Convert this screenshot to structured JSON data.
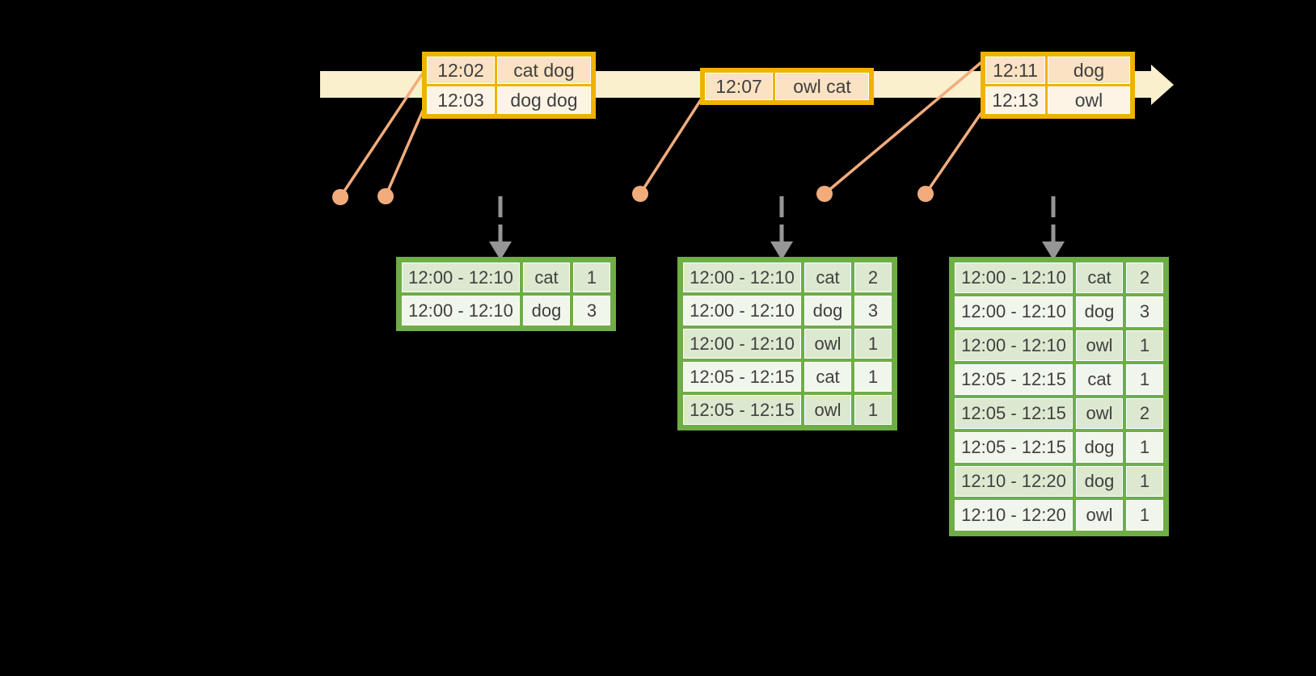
{
  "colors": {
    "background": "#000000",
    "timeline_fill": "#FAF0CE",
    "event_border": "#F0B200",
    "event_row_peach": "#FAE2C3",
    "event_row_cream": "#FDF4E6",
    "connector": "#F2AC7C",
    "trigger_arrow": "#969696",
    "result_border": "#6FAD47",
    "result_row_green": "#DCE9D0",
    "result_row_pale": "#F1F6EC",
    "cell_text": "#3F3F3F"
  },
  "event_tables": [
    {
      "id": "event-table-1",
      "rows": [
        {
          "time": "12:02",
          "words": "cat dog"
        },
        {
          "time": "12:03",
          "words": "dog dog"
        }
      ]
    },
    {
      "id": "event-table-2",
      "rows": [
        {
          "time": "12:07",
          "words": "owl cat"
        }
      ]
    },
    {
      "id": "event-table-3",
      "rows": [
        {
          "time": "12:11",
          "words": "dog"
        },
        {
          "time": "12:13",
          "words": "owl"
        }
      ]
    }
  ],
  "result_tables": [
    {
      "id": "result-table-1",
      "rows": [
        {
          "window": "12:00 - 12:10",
          "word": "cat",
          "count": "1"
        },
        {
          "window": "12:00 - 12:10",
          "word": "dog",
          "count": "3"
        }
      ]
    },
    {
      "id": "result-table-2",
      "rows": [
        {
          "window": "12:00 - 12:10",
          "word": "cat",
          "count": "2"
        },
        {
          "window": "12:00 - 12:10",
          "word": "dog",
          "count": "3"
        },
        {
          "window": "12:00 - 12:10",
          "word": "owl",
          "count": "1"
        },
        {
          "window": "12:05 - 12:15",
          "word": "cat",
          "count": "1"
        },
        {
          "window": "12:05 - 12:15",
          "word": "owl",
          "count": "1"
        }
      ]
    },
    {
      "id": "result-table-3",
      "rows": [
        {
          "window": "12:00 - 12:10",
          "word": "cat",
          "count": "2"
        },
        {
          "window": "12:00 - 12:10",
          "word": "dog",
          "count": "3"
        },
        {
          "window": "12:00 - 12:10",
          "word": "owl",
          "count": "1"
        },
        {
          "window": "12:05 - 12:15",
          "word": "cat",
          "count": "1"
        },
        {
          "window": "12:05 - 12:15",
          "word": "owl",
          "count": "2"
        },
        {
          "window": "12:05 - 12:15",
          "word": "dog",
          "count": "1"
        },
        {
          "window": "12:10 - 12:20",
          "word": "dog",
          "count": "1"
        },
        {
          "window": "12:10 - 12:20",
          "word": "owl",
          "count": "1"
        }
      ]
    }
  ]
}
